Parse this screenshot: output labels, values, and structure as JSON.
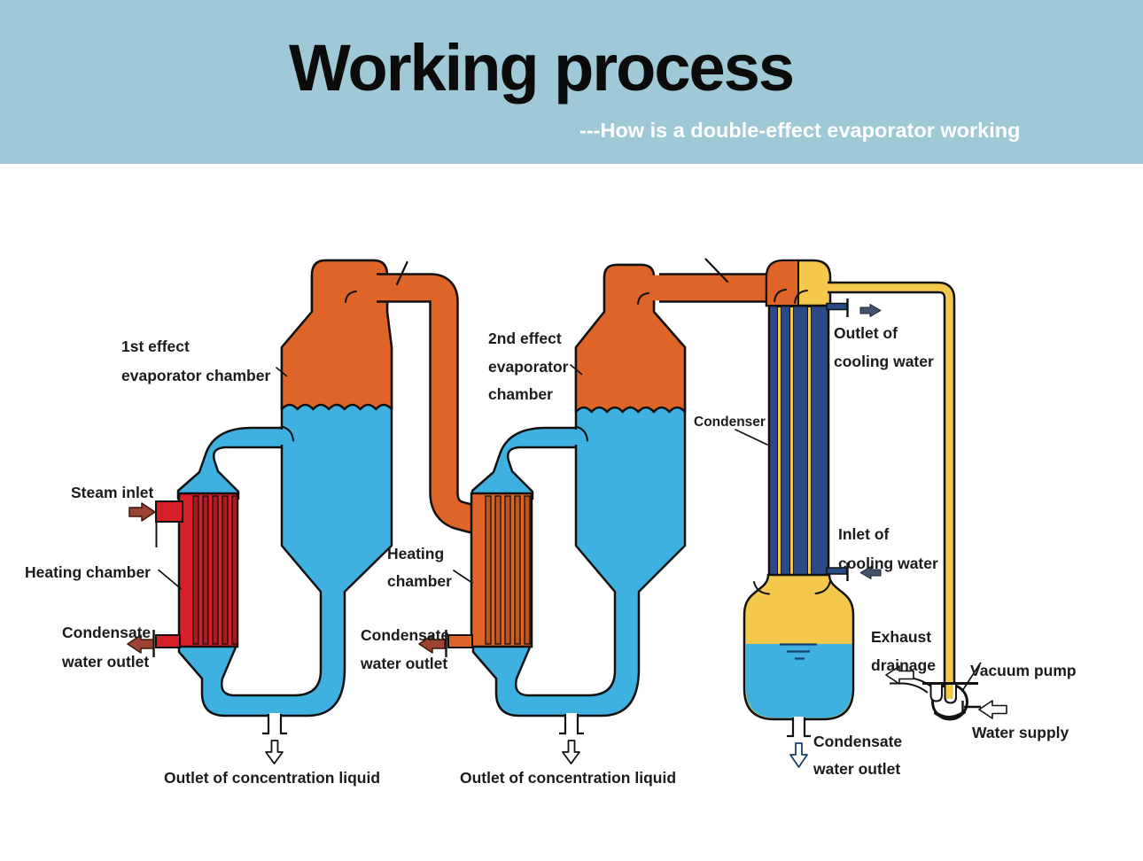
{
  "header": {
    "title": "Working process",
    "subtitle": "---How is a double-effect evaporator working"
  },
  "diagram": {
    "labels": {
      "first_effect": [
        "1st effect",
        "evaporator chamber"
      ],
      "steam_inlet": "Steam inlet",
      "heating_chamber_1": "Heating chamber",
      "condensate_1": [
        "Condensate",
        "water outlet"
      ],
      "outlet_concentration_1": "Outlet of concentration liquid",
      "second_effect": [
        "2nd effect",
        "evaporator",
        "chamber"
      ],
      "heating_chamber_2": [
        "Heating",
        "chamber"
      ],
      "condensate_2": [
        "Condensate",
        "water outlet"
      ],
      "outlet_concentration_2": "Outlet of concentration liquid",
      "condenser": "Condenser",
      "outlet_cooling": [
        "Outlet of",
        "cooling water"
      ],
      "inlet_cooling": [
        "Inlet of",
        "cooling water"
      ],
      "exhaust_drainage": [
        "Exhaust",
        "drainage"
      ],
      "vacuum_pump": "Vacuum pump",
      "water_supply": "Water supply",
      "condensate_tank_outlet": [
        "Condensate",
        "water outlet"
      ]
    },
    "colors": {
      "header_bg": "#9fc9d6",
      "title_color": "#0b0b0b",
      "subtitle_color": "#ffffff",
      "vapor_orange": "#de6428",
      "liquid_blue": "#3fb1e0",
      "steam_red": "#d81e26",
      "tube_red_dark": "#ab1a1f",
      "tube_orange_dark": "#bf5520",
      "condenser_navy": "#2d4a88",
      "water_yellow": "#f4c84a",
      "arrow_red_brown": "#9c4434",
      "arrow_slate": "#41546b",
      "outline_dark": "#111111",
      "tank_water_line": "#17406b"
    }
  }
}
